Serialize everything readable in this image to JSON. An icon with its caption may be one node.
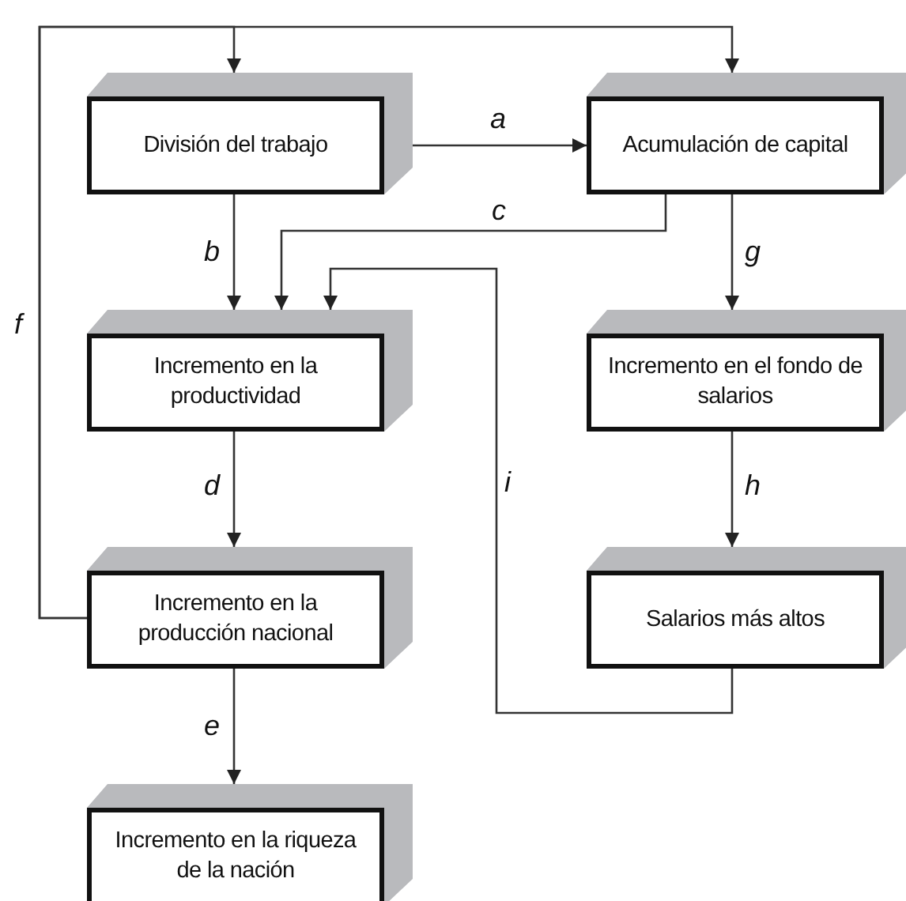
{
  "diagram": {
    "nodes": [
      {
        "text": [
          "División del trabajo"
        ]
      },
      {
        "text": [
          "Acumulación de capital"
        ]
      },
      {
        "text": [
          "Incremento en la productividad"
        ]
      },
      {
        "text": [
          "Incremento en el fondo de salarios"
        ]
      },
      {
        "text": [
          "Incremento en la producción nacional"
        ]
      },
      {
        "text": [
          "Salarios más altos"
        ]
      },
      {
        "text": [
          "Incremento en la riqueza de la nación"
        ]
      }
    ],
    "edges": [
      {
        "from": 0,
        "to": 1,
        "arrow": "to",
        "label": "a"
      },
      {
        "from": 0,
        "to": 2,
        "arrow": "to",
        "label": "b"
      },
      {
        "from": 1,
        "to": 2,
        "arrow": "to",
        "label": "c"
      },
      {
        "from": 2,
        "to": 4,
        "arrow": "to",
        "label": "d"
      },
      {
        "from": 4,
        "to": 6,
        "arrow": "to",
        "label": "e"
      },
      {
        "from": 4,
        "to": 0,
        "arrow": "to",
        "label": "f"
      },
      {
        "from": 4,
        "to": 1,
        "arrow": "to"
      },
      {
        "from": 1,
        "to": 3,
        "arrow": "to",
        "label": "g"
      },
      {
        "from": 3,
        "to": 5,
        "arrow": "to",
        "label": "h"
      },
      {
        "from": 5,
        "to": 2,
        "arrow": "to",
        "label": "i"
      }
    ]
  }
}
